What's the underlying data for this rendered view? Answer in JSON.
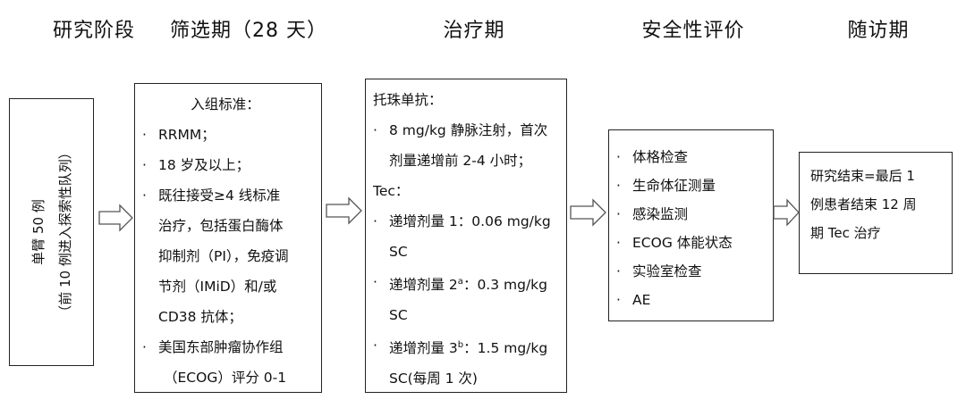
{
  "headers": [
    "研究阶段",
    "筛选期（28 天）",
    "治疗期",
    "安全性评价",
    "随访期"
  ],
  "stage_box": {
    "line1": "单臂    50 例",
    "line2": "（前 10 例进入探索性队列）"
  },
  "screening": {
    "title": "入组标准：",
    "items": [
      {
        "l1": "RRMM；"
      },
      {
        "l1": "18 岁及以上；"
      },
      {
        "l1": "既往接受≥4 线标准",
        "cont": [
          "治疗，包括蛋白酶体",
          "抑制剂（PI），免疫调",
          "节剂（IMiD）和/或",
          "CD38 抗体；"
        ]
      },
      {
        "l1": "美国东部肿瘤协作组",
        "cont": [
          "（ECOG）评分 0-1"
        ]
      }
    ]
  },
  "treatment": {
    "drug1": "托珠单抗：",
    "drug1_item_l1": "8 mg/kg 静脉注射，首次",
    "drug1_item_l2": "剂量递增前 2-4 小时；",
    "drug2": "Tec：",
    "dose1_l1": "递增剂量 1：0.06 mg/kg",
    "dose1_l2": "SC",
    "dose2_pre": "递增剂量 2",
    "dose2_sup": "a",
    "dose2_post": "：0.3 mg/kg",
    "dose2_l2": "SC",
    "dose3_pre": "递增剂量 3",
    "dose3_sup": "b",
    "dose3_post": "：1.5 mg/kg",
    "dose3_l2": "SC(每周 1 次)"
  },
  "safety": {
    "items": [
      "体格检查",
      "生命体征测量",
      "感染监测",
      "ECOG 体能状态",
      "实验室检查",
      "AE"
    ]
  },
  "followup": {
    "lines": [
      "研究结束=最后 1",
      "例患者结束 12 周",
      "期 Tec 治疗"
    ]
  }
}
